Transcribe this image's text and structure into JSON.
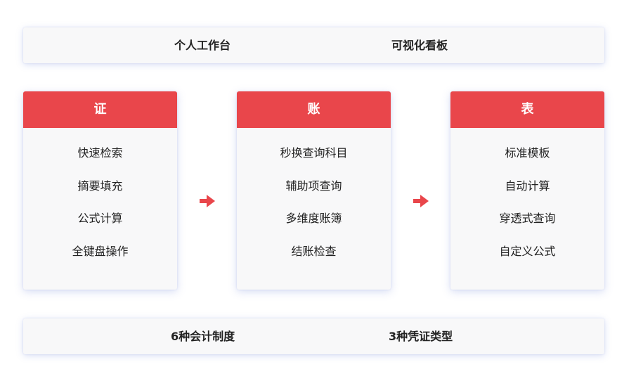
{
  "top_bar": {
    "items": [
      "个人工作台",
      "可视化看板"
    ]
  },
  "columns": [
    {
      "title": "证",
      "items": [
        "快速检索",
        "摘要填充",
        "公式计算",
        "全键盘操作"
      ]
    },
    {
      "title": "账",
      "items": [
        "秒换查询科目",
        "辅助项查询",
        "多维度账簿",
        "结账检查"
      ]
    },
    {
      "title": "表",
      "items": [
        "标准模板",
        "自动计算",
        "穿透式查询",
        "自定义公式"
      ]
    }
  ],
  "bottom_bar": {
    "items": [
      "6种会计制度",
      "3种凭证类型"
    ]
  },
  "colors": {
    "accent": "#e9464b",
    "card_bg": "#f8f8f9",
    "text": "#222222"
  },
  "icons": {
    "flow_arrow": "arrow-right-icon"
  }
}
